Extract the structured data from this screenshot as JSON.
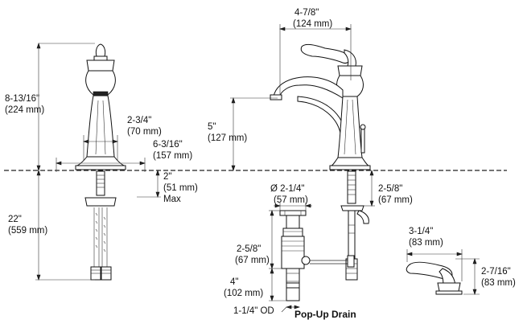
{
  "dimensions": {
    "height_total": {
      "imperial": "8-13/16\"",
      "metric": "(224 mm)"
    },
    "spread_handle": {
      "imperial": "2-3/4\"",
      "metric": "(70 mm)"
    },
    "spread_spout": {
      "imperial": "6-3/16\"",
      "metric": "(157 mm)"
    },
    "deck_max": {
      "imperial": "2\"",
      "metric": "(51 mm)",
      "note": "Max"
    },
    "supply_length": {
      "imperial": "22\"",
      "metric": "(559 mm)"
    },
    "spout_reach": {
      "imperial": "4-7/8\"",
      "metric": "(124 mm)"
    },
    "spout_height": {
      "imperial": "5\"",
      "metric": "(127 mm)"
    },
    "spout_shank": {
      "imperial": "2-5/8\"",
      "metric": "(67 mm)"
    },
    "drain_diameter": {
      "imperial": "Ø 2-1/4\"",
      "metric": "(57 mm)"
    },
    "drain_upper": {
      "imperial": "2-5/8\"",
      "metric": "(67 mm)"
    },
    "drain_lower": {
      "imperial": "4\"",
      "metric": "(102 mm)"
    },
    "drain_od": {
      "imperial": "1-1/4\" OD"
    },
    "handle_length": {
      "imperial": "3-1/4\"",
      "metric": "(83 mm)"
    },
    "handle_height": {
      "imperial": "2-7/16\"",
      "metric": "(83 mm)"
    }
  },
  "captions": {
    "drain_title": "Pop-Up Drain"
  }
}
